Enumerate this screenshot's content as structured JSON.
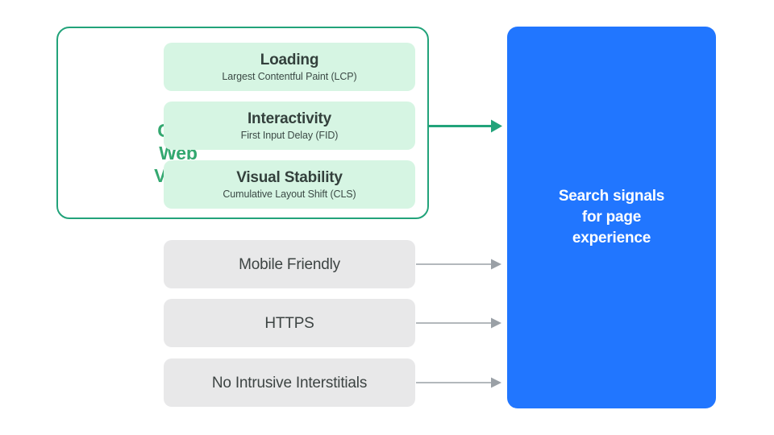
{
  "diagram": {
    "title": "Search signals for page experience",
    "colors": {
      "core_web_vitals_border": "#22a37a",
      "core_web_vitals_label": "#34a870",
      "metric_card_bg": "#d6f5e3",
      "signal_card_bg": "#e8e8e9",
      "destination_bg": "#2176ff",
      "green_arrow": "#22a37a",
      "gray_arrow": "#9aa0a6",
      "card_text": "#3d4443",
      "destination_text": "#ffffff"
    }
  },
  "core_web_vitals": {
    "group_label": "Core\nWeb\nVitals",
    "metrics": [
      {
        "title": "Loading",
        "subtitle": "Largest Contentful Paint (LCP)",
        "abbr": "LCP"
      },
      {
        "title": "Interactivity",
        "subtitle": "First Input Delay (FID)",
        "abbr": "FID"
      },
      {
        "title": "Visual Stability",
        "subtitle": "Cumulative Layout Shift (CLS)",
        "abbr": "CLS"
      }
    ]
  },
  "other_signals": [
    {
      "title": "Mobile Friendly"
    },
    {
      "title": "HTTPS"
    },
    {
      "title": "No Intrusive Interstitials"
    }
  ],
  "destination": {
    "label": "Search signals\nfor page\nexperience"
  },
  "arrows": [
    {
      "from": "core-web-vitals-group",
      "to": "search-signals-panel",
      "color": "#22a37a",
      "style": "thick"
    },
    {
      "from": "mobile-friendly-card",
      "to": "search-signals-panel",
      "color": "#9aa0a6",
      "style": "thin"
    },
    {
      "from": "https-card",
      "to": "search-signals-panel",
      "color": "#9aa0a6",
      "style": "thin"
    },
    {
      "from": "no-intrusive-interstitials-card",
      "to": "search-signals-panel",
      "color": "#9aa0a6",
      "style": "thin"
    }
  ]
}
